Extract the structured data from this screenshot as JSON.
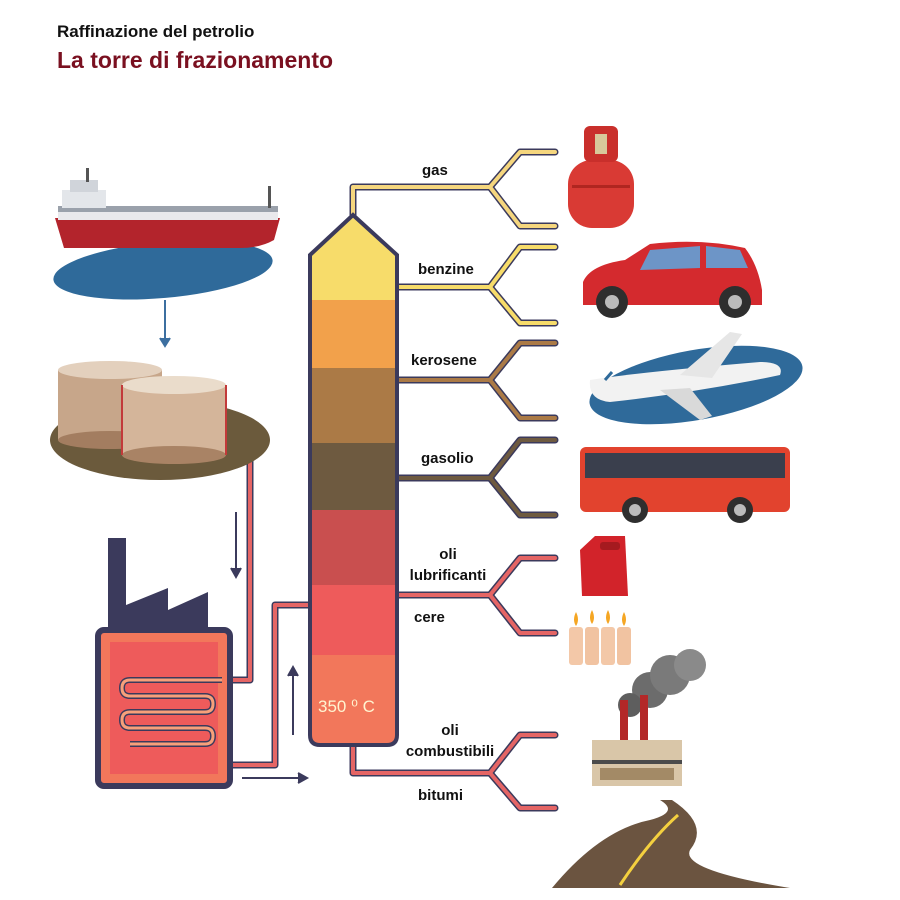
{
  "header": {
    "subtitle": "Raffinazione del petrolio",
    "title": "La torre di frazionamento"
  },
  "tower": {
    "temperature_label": "350 ⁰ C",
    "fractions": [
      {
        "id": "gas",
        "label": "gas",
        "color": "#f5d67e",
        "product_icon": "gas-cylinder-icon"
      },
      {
        "id": "benzine",
        "label": "benzine",
        "color": "#f7dc6a",
        "product_icon": "car-icon"
      },
      {
        "id": "kerosene",
        "label": "kerosene",
        "color": "#ab7a46",
        "product_icon": "airplane-icon"
      },
      {
        "id": "gasolio",
        "label": "gasolio",
        "color": "#6e5a40",
        "product_icon": "bus-icon"
      },
      {
        "id": "oli-lubrificanti",
        "label": "oli lubrificanti",
        "color": "#e56565",
        "product_icon": "fuel-can-icon"
      },
      {
        "id": "cere",
        "label": "cere",
        "color": "#e56565",
        "product_icon": "candles-icon"
      },
      {
        "id": "oli-combustibili",
        "label": "oli combustibili",
        "color": "#e56565",
        "product_icon": "power-plant-icon"
      },
      {
        "id": "bitumi",
        "label": "bitumi",
        "color": "#e56565",
        "product_icon": "road-icon"
      }
    ]
  },
  "process": {
    "source_icons": [
      "tanker-ship-icon",
      "storage-tanks-icon",
      "furnace-factory-icon"
    ]
  },
  "colors": {
    "title_accent": "#7a1020",
    "outline": "#3b3a5c",
    "hot_pipe": "#e56565",
    "arrow": "#3b3a5c"
  }
}
